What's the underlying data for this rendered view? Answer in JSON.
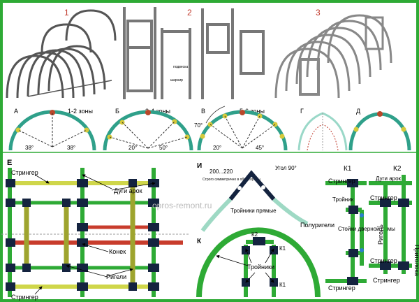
{
  "frame_color": "#2eaa35",
  "pipe_color": "#2fa08a",
  "connector_color": "#14233f",
  "rigel_color": "#cfd64a",
  "ridge_color": "#c83c2c",
  "top": {
    "numbers": [
      "1",
      "2",
      "3"
    ],
    "labels_2": [
      "подвеска",
      "шарнир"
    ]
  },
  "zones": {
    "a": {
      "letter": "А",
      "title": "1-2 зоны",
      "angles": [
        "38°",
        "38°"
      ]
    },
    "b": {
      "letter": "Б",
      "title": "3-4 зоны",
      "angles": [
        "20°",
        "50°"
      ]
    },
    "v": {
      "letter": "В",
      "title": "5-6 зоны",
      "angles": [
        "70°",
        "20°",
        "45°"
      ]
    },
    "g": {
      "letter": "Г"
    },
    "d": {
      "letter": "Д"
    }
  },
  "frame_e": {
    "letter": "Е",
    "labels": {
      "stringer_top": "Стрингер",
      "arcs": "Дуги арок",
      "ridge": "Конек",
      "rigel": "Ригели",
      "stringer_bottom": "Стрингер"
    }
  },
  "detail_i": {
    "letter": "И",
    "range": "200...220",
    "note": "Строго симметрично в обе стороны",
    "angle": "Угол 90°",
    "tees": "Тройники прямые"
  },
  "detail_k": {
    "letter": "К",
    "k1": "К1",
    "k2": "К2",
    "tees": "Тройники"
  },
  "detail_k1": {
    "title": "К1",
    "labels": {
      "stringer_1": "Стрингер",
      "tees": "Тройник",
      "halfrigel": "Полуригели",
      "posts": "Стойки дверной рамы",
      "stringer_2": "Стрингер"
    }
  },
  "detail_k2": {
    "title": "К2",
    "labels": {
      "arc_arcs": "Дуги арок",
      "stringer_1": "Стрингер",
      "stringer_2": "Стрингер",
      "stringer_3": "Стрингер",
      "rigel": "Ригель",
      "jamb": "Притолока"
    }
  },
  "watermark": "opros-remont.ru"
}
